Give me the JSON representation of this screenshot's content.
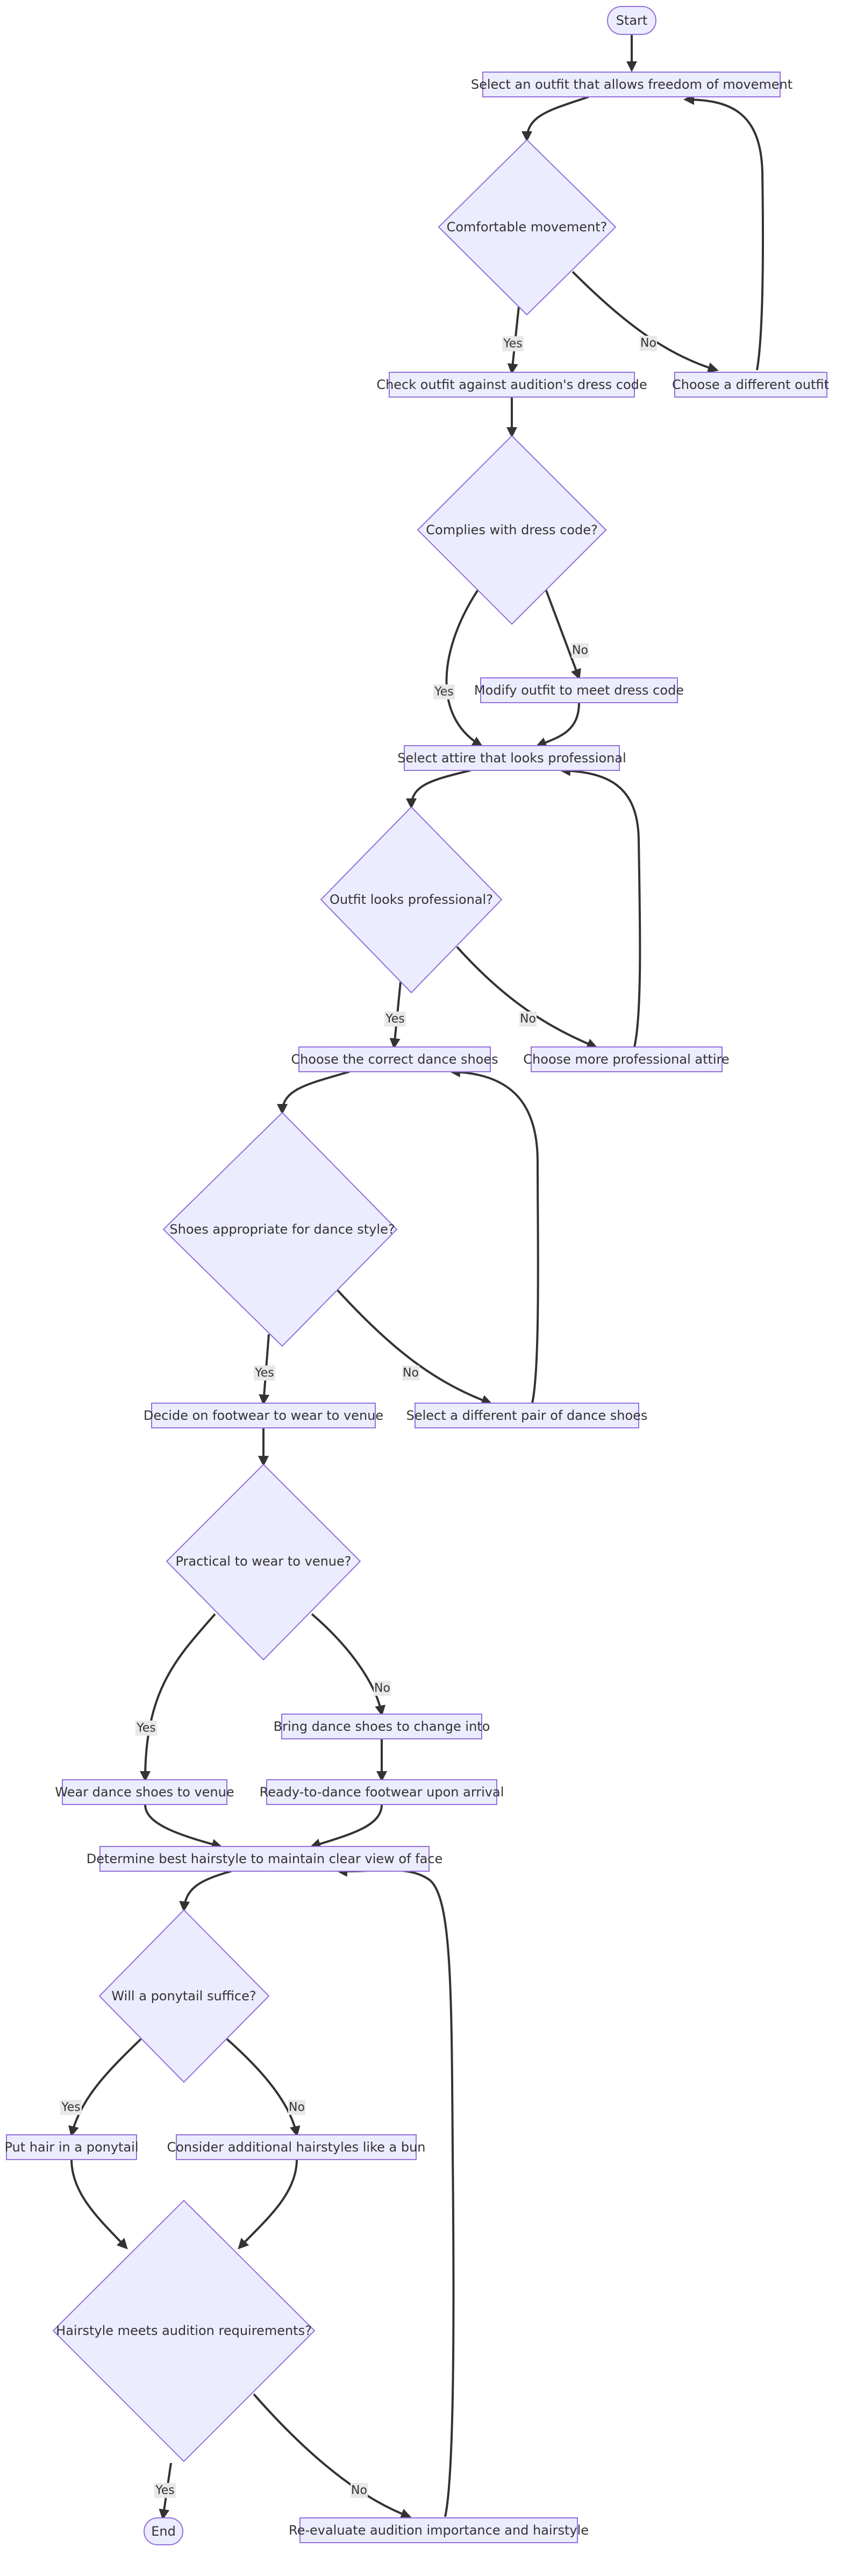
{
  "nodes": {
    "start": "Start",
    "n1": "Select an outfit that allows freedom of movement",
    "d1": "Comfortable movement?",
    "n2": "Check outfit against audition's dress code",
    "n3": "Choose a different outfit",
    "d2": "Complies with dress code?",
    "n4": "Modify outfit to meet dress code",
    "n5": "Select attire that looks professional",
    "d3": "Outfit looks professional?",
    "n6": "Choose the correct dance shoes",
    "n7": "Choose more professional attire",
    "d4": "Shoes appropriate for dance style?",
    "n8": "Decide on footwear to wear to venue",
    "n9": "Select a different pair of dance shoes",
    "d5": "Practical to wear to venue?",
    "n10": "Bring dance shoes to change into",
    "n11": "Wear dance shoes to venue",
    "n12": "Ready-to-dance footwear upon arrival",
    "n13": "Determine best hairstyle to maintain clear view of face",
    "d6": "Will a ponytail suffice?",
    "n14": "Put hair in a ponytail",
    "n15": "Consider additional hairstyles like a bun",
    "d7": "Hairstyle meets audition requirements?",
    "end": "End",
    "n16": "Re-evaluate audition importance and hairstyle"
  },
  "edge_labels": {
    "yes": "Yes",
    "no": "No"
  }
}
